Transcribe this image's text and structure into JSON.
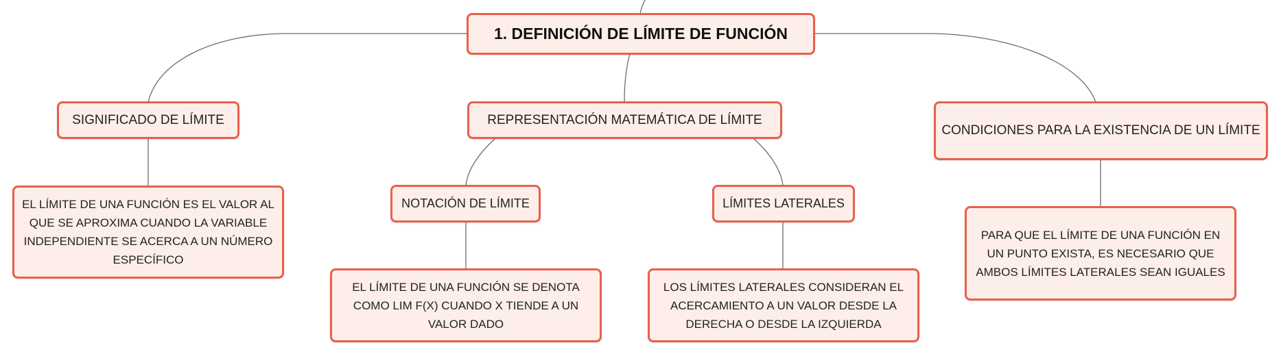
{
  "root": {
    "label": "1. DEFINICIÓN DE LÍMITE DE FUNCIÓN"
  },
  "topics": {
    "significado": {
      "label": "SIGNIFICADO DE LÍMITE",
      "detail": "EL LÍMITE DE UNA FUNCIÓN ES EL VALOR AL QUE SE APROXIMA CUANDO LA VARIABLE INDEPENDIENTE SE ACERCA A UN NÚMERO ESPECÍFICO"
    },
    "representacion": {
      "label": "REPRESENTACIÓN MATEMÁTICA DE LÍMITE",
      "notacion": {
        "label": "NOTACIÓN DE LÍMITE",
        "detail": "EL LÍMITE DE UNA FUNCIÓN SE DENOTA COMO LIM F(X) CUANDO X TIENDE A UN VALOR DADO"
      },
      "laterales": {
        "label": "LÍMITES LATERALES",
        "detail": "LOS LÍMITES LATERALES CONSIDERAN EL ACERCAMIENTO A UN VALOR DESDE LA DERECHA O DESDE LA IZQUIERDA"
      }
    },
    "condiciones": {
      "label": "CONDICIONES PARA LA EXISTENCIA DE UN LÍMITE",
      "detail": "PARA QUE EL LÍMITE DE UNA FUNCIÓN EN UN PUNTO EXISTA, ES NECESARIO QUE AMBOS LÍMITES LATERALES SEAN IGUALES"
    }
  },
  "colors": {
    "node_border": "#e8604c",
    "node_fill": "#fdeee9",
    "connector": "#6b6b6b"
  }
}
